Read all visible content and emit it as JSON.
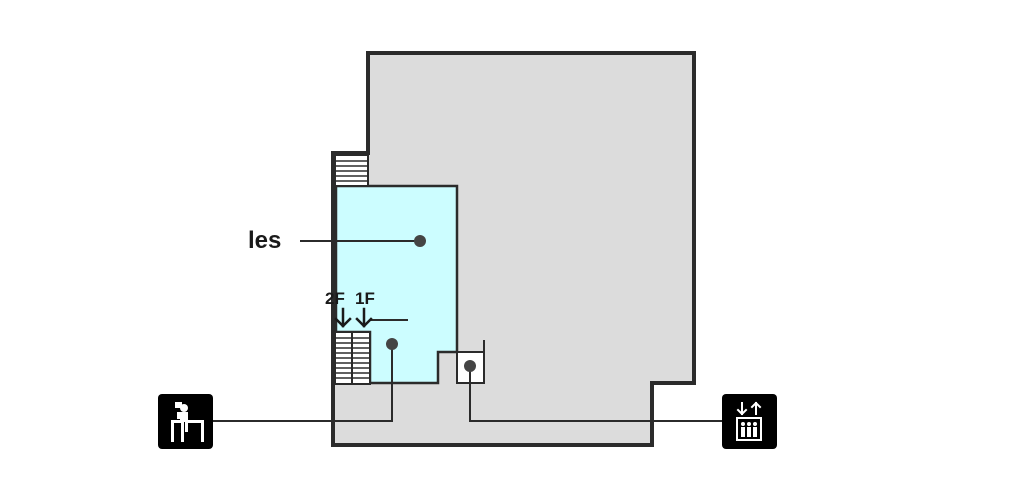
{
  "map": {
    "room_label": "les",
    "stair_label_2f": "2F",
    "stair_label_1f": "1F",
    "icon_left": "reading-desk-icon",
    "icon_right": "elevator-icon"
  },
  "colors": {
    "building_fill": "#dcdcdc",
    "room_fill": "#ccfdff",
    "wall": "#2b2b2b",
    "icon_bg": "#000000"
  }
}
